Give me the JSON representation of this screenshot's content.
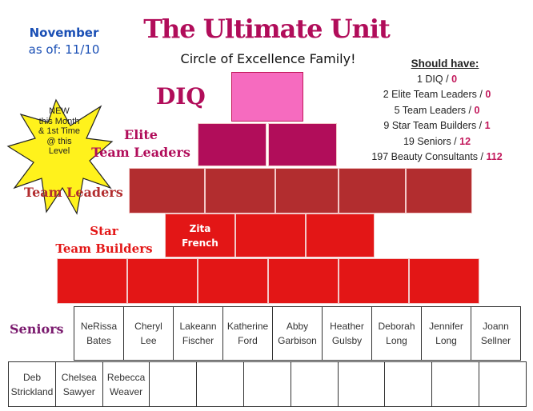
{
  "header": {
    "month": "November",
    "as_of": "as of: 11/10",
    "title": "The Ultimate Unit",
    "subtitle": "Circle of Excellence Family!"
  },
  "burst": {
    "text": [
      "NEW",
      "this Month",
      "& 1st Time",
      "@  this",
      "Level"
    ],
    "color": "#fff21c"
  },
  "levels": {
    "diq": "DIQ",
    "elite": [
      "Elite",
      "Team Leaders"
    ],
    "team_leaders": "Team Leaders",
    "star": [
      "Star",
      "Team Builders"
    ],
    "seniors": "Seniors"
  },
  "should_have": {
    "heading": "Should have:",
    "items": [
      {
        "label": "1 DIQ / ",
        "count": "0"
      },
      {
        "label": "2 Elite Team Leaders / ",
        "count": "0"
      },
      {
        "label": "5 Team Leaders / ",
        "count": "0"
      },
      {
        "label": "9 Star Team Builders / ",
        "count": "1"
      },
      {
        "label": "19 Seniors / ",
        "count": "12"
      },
      {
        "label": "197 Beauty Consultants / ",
        "count": "112"
      }
    ]
  },
  "star_builders": [
    [
      "Zita",
      "French"
    ],
    [
      "",
      ""
    ],
    [
      "",
      ""
    ]
  ],
  "seniors_row1": [
    [
      "NeRissa",
      "Bates"
    ],
    [
      "Cheryl",
      "Lee"
    ],
    [
      "Lakeann",
      "Fischer"
    ],
    [
      "Katherine",
      "Ford"
    ],
    [
      "Abby",
      "Garbison"
    ],
    [
      "Heather",
      "Gulsby"
    ],
    [
      "Deborah",
      "Long"
    ],
    [
      "Jennifer",
      "Long"
    ],
    [
      "Joann",
      "Sellner"
    ]
  ],
  "seniors_row2": [
    [
      "Deb",
      "Strickland"
    ],
    [
      "Chelsea",
      "Sawyer"
    ],
    [
      "Rebecca",
      "Weaver"
    ],
    [
      "",
      ""
    ],
    [
      "",
      ""
    ],
    [
      "",
      ""
    ],
    [
      "",
      ""
    ],
    [
      "",
      ""
    ],
    [
      "",
      ""
    ],
    [
      "",
      ""
    ],
    [
      "",
      ""
    ]
  ],
  "colors": {
    "title": "#b10d5a",
    "blue": "#1a4fb5",
    "diq": "#f66bbf",
    "elite": "#b10d5a",
    "team_leaders": "#b22d2f",
    "star": "#e31616",
    "seniors_label": "#7a1a6e"
  }
}
